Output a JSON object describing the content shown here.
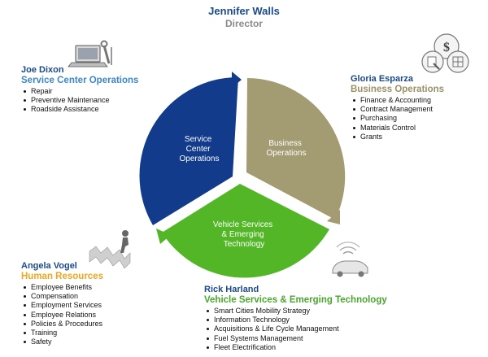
{
  "header": {
    "name": "Jennifer Walls",
    "title": "Director"
  },
  "segments": {
    "service": {
      "label_lines": [
        "Service",
        "Center",
        "Operations"
      ],
      "color": "#123b8c"
    },
    "business": {
      "label_lines": [
        "Business",
        "Operations"
      ],
      "color": "#a39b72"
    },
    "vehicle": {
      "label_lines": [
        "Vehicle Services",
        "& Emerging",
        "Technology"
      ],
      "color": "#52b627"
    }
  },
  "people": {
    "joe": {
      "name": "Joe Dixon",
      "title": "Service Center Operations",
      "title_color": "#3d87c8",
      "items": [
        "Repair",
        "Preventive Maintenance",
        "Roadside Assistance"
      ]
    },
    "gloria": {
      "name": "Gloria Esparza",
      "title": "Business Operations",
      "title_color": "#9a9168",
      "items": [
        "Finance & Accounting",
        "Contract Management",
        "Purchasing",
        "Materials Control",
        "Grants"
      ]
    },
    "angela": {
      "name": "Angela Vogel",
      "title": "Human Resources",
      "title_color": "#f0a51e",
      "items": [
        "Employee Benefits",
        "Compensation",
        "Employment Services",
        "Employee Relations",
        "Policies & Procedures",
        "Training",
        "Safety"
      ]
    },
    "rick": {
      "name": "Rick Harland",
      "title": "Vehicle Services & Emerging Technology",
      "title_color": "#4aa62e",
      "items": [
        "Smart Cities Mobility Strategy",
        "Information Technology",
        "Acquisitions & Life Cycle Management",
        "Fuel Systems Management",
        "Fleet Electrification"
      ]
    }
  },
  "icons": [
    "laptop-tools-icon",
    "finance-gears-icon",
    "climbing-steps-icon",
    "connected-car-icon"
  ]
}
